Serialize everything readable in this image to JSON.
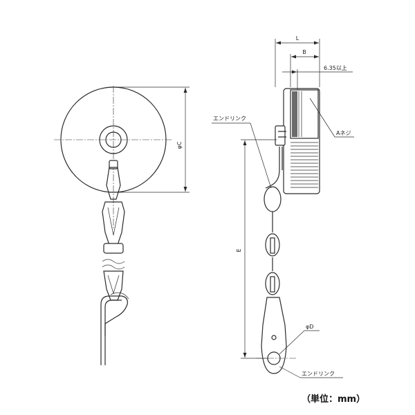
{
  "labels": {
    "L": "L",
    "B": "B",
    "depth": "6.35以上",
    "C": "φC",
    "E": "E",
    "D": "φD",
    "thread": "Aネジ",
    "endlink_top": "エンドリンク",
    "endlink_bottom": "エンドリンク"
  },
  "unit_note": "（単位：mm）"
}
